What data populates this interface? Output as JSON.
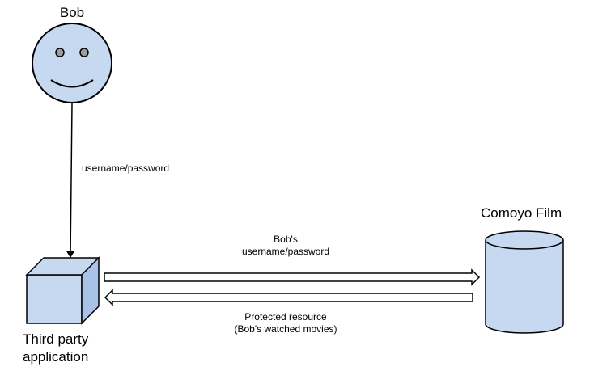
{
  "actors": {
    "user": {
      "label": "Bob",
      "icon": "smiley-face-icon"
    },
    "client": {
      "label_lines": [
        "Third party",
        "application"
      ],
      "icon": "cube-icon"
    },
    "service": {
      "label": "Comoyo Film",
      "icon": "database-cylinder-icon"
    }
  },
  "flows": {
    "credentials_entry": {
      "label": "username/password"
    },
    "credentials_forward": {
      "label_lines": [
        "Bob's",
        "username/password"
      ]
    },
    "resource_return": {
      "label_lines": [
        "Protected resource",
        "(Bob's watched movies)"
      ]
    }
  },
  "colors": {
    "shape_fill": "#c6d9f1",
    "cube_side": "#a9c3e8",
    "stroke": "#000000"
  }
}
